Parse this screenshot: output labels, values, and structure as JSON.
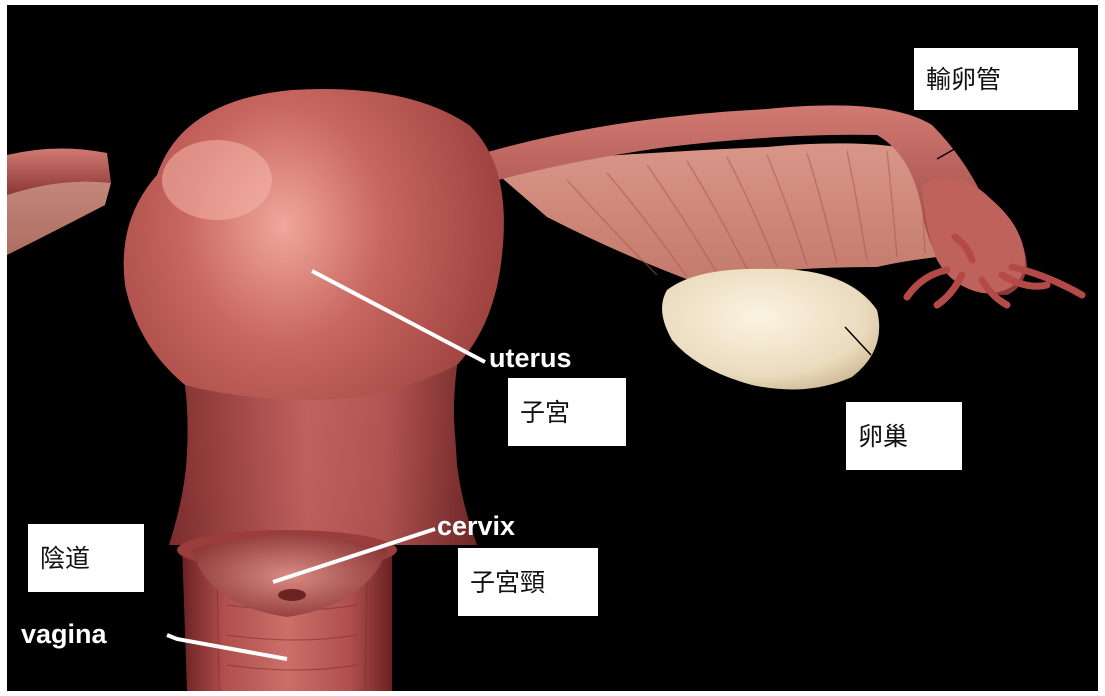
{
  "diagram": {
    "labels": {
      "uterus": {
        "en": "uterus",
        "zh": "子宮"
      },
      "cervix": {
        "en": "cervix",
        "zh": "子宮頸"
      },
      "vagina": {
        "en": "vagina",
        "zh": "陰道"
      },
      "fallopian_tube": {
        "zh": "輸卵管"
      },
      "ovary": {
        "zh": "卵巢"
      }
    },
    "colors": {
      "background": "#000000",
      "tissue": "#b95a55",
      "tissue_dark": "#7f2e2e",
      "tissue_light": "#e39a90",
      "ovary": "#efe2c8",
      "label_box": "#ffffff",
      "label_text_en": "#ffffff",
      "label_text_zh": "#111111"
    }
  }
}
